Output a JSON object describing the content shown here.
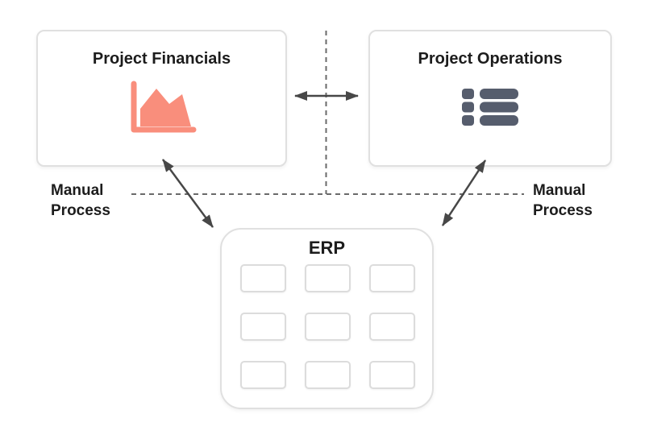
{
  "diagram": {
    "boxes": {
      "financials": {
        "title": "Project Financials",
        "icon": "area-chart-icon"
      },
      "operations": {
        "title": "Project Operations",
        "icon": "list-icon"
      },
      "erp": {
        "title": "ERP",
        "icon": "module-grid",
        "grid": {
          "rows": 3,
          "cols": 3
        }
      }
    },
    "labels": {
      "manual_left": "Manual Process",
      "manual_right": "Manual Process"
    },
    "connections": [
      "financials <-> operations (manual, double arrow)",
      "financials <-> erp (double arrow)",
      "operations <-> erp (double arrow)"
    ],
    "colors": {
      "financials_icon": "#F98E7C",
      "operations_icon": "#565D6D",
      "arrow": "#474747",
      "dashed_line": "#6A6A6A",
      "box_border": "#E0E0E0",
      "text": "#1C1C1C"
    }
  }
}
